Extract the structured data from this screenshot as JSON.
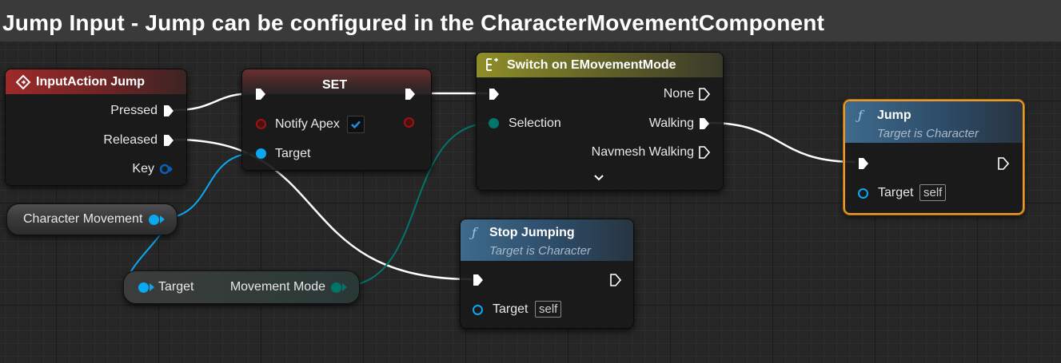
{
  "comment": {
    "title": "Jump Input - Jump can be configured in the CharacterMovementComponent"
  },
  "colors": {
    "exec": "#ffffff",
    "object": "#0aa8f0",
    "enum": "#00766a",
    "bool": "#9b1414",
    "selection_outline": "#e69b28"
  },
  "nodes": {
    "input_action": {
      "title": "InputAction Jump",
      "icon": "event-diamond-icon",
      "pins": {
        "pressed": "Pressed",
        "released": "Released",
        "key": "Key"
      }
    },
    "set": {
      "title": "SET",
      "pins": {
        "notify_apex": "Notify Apex",
        "target": "Target"
      },
      "notify_apex_checked": true
    },
    "switch": {
      "title": "Switch on EMovementMode",
      "icon": "switch-icon",
      "pins": {
        "selection": "Selection",
        "none": "None",
        "walking": "Walking",
        "navmesh_walking": "Navmesh Walking"
      },
      "expand_icon": "chevron-down-icon"
    },
    "jump": {
      "title": "Jump",
      "subtitle": "Target is Character",
      "icon": "function-icon",
      "pins": {
        "target": "Target",
        "self": "self"
      }
    },
    "stop_jumping": {
      "title": "Stop Jumping",
      "subtitle": "Target is Character",
      "icon": "function-icon",
      "pins": {
        "target": "Target",
        "self": "self"
      }
    },
    "character_movement": {
      "label": "Character Movement"
    },
    "movement_mode_getter": {
      "pins": {
        "target": "Target",
        "movement_mode": "Movement Mode"
      }
    }
  }
}
